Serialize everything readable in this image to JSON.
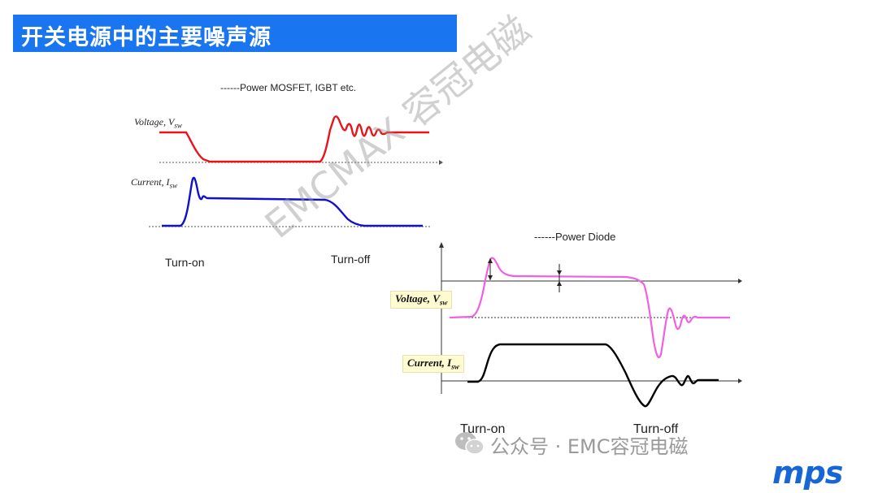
{
  "title": "开关电源中的主要噪声源",
  "mosfet": {
    "heading": "------Power MOSFET, IGBT etc.",
    "voltage_label": "Voltage, V",
    "voltage_sub": "sw",
    "current_label": "Current,  I",
    "current_sub": "sw",
    "turn_on": "Turn-on",
    "turn_off": "Turn-off"
  },
  "diode": {
    "heading": "------Power Diode",
    "voltage_label": "Voltage, V",
    "voltage_sub": "sw",
    "current_label": "Current, I",
    "current_sub": "sw",
    "turn_on": "Turn-on",
    "turn_off": "Turn-off"
  },
  "watermark": "EMCMAX 容冠电磁",
  "footer": "公众号 · EMC容冠电磁",
  "logo": "mps",
  "colors": {
    "title_bar": "#1a75f0",
    "mosfet_voltage": "#e8141a",
    "mosfet_current": "#1010d0",
    "diode_voltage": "#f060e0",
    "diode_current": "#000000",
    "logo": "#1766d6"
  }
}
